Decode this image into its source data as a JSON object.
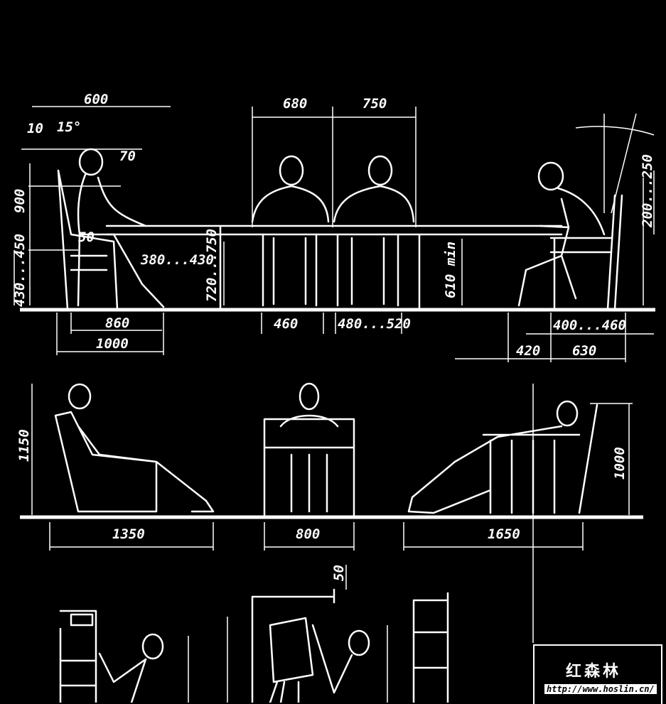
{
  "diagram": {
    "row1": {
      "top_partial": "600",
      "angle_left": "10",
      "angle_right": "15°",
      "head_offset": "70",
      "backrest_height": "900",
      "seat_angle": "50",
      "thigh_clearance": "380...430",
      "table_height": "720...750",
      "seat_height": "430...450",
      "depth_inner": "860",
      "depth_outer": "1000",
      "width_a": "680",
      "width_b": "750",
      "chair_width_a": "460",
      "chair_width_b": "480...520",
      "knee_clearance": "610 min",
      "back_height": "200...250",
      "seat_depth": "400...460",
      "foot_space": "420",
      "chair_depth": "630"
    },
    "row2": {
      "armchair_height": "1150",
      "armchair_depth": "1350",
      "armchair_width": "800",
      "lounge_depth": "1650",
      "lounge_height": "1000"
    },
    "row3": {
      "shelf_offset": "50"
    }
  },
  "watermark": {
    "title": "红森林",
    "url": "http://www.hoslin.cn/"
  }
}
